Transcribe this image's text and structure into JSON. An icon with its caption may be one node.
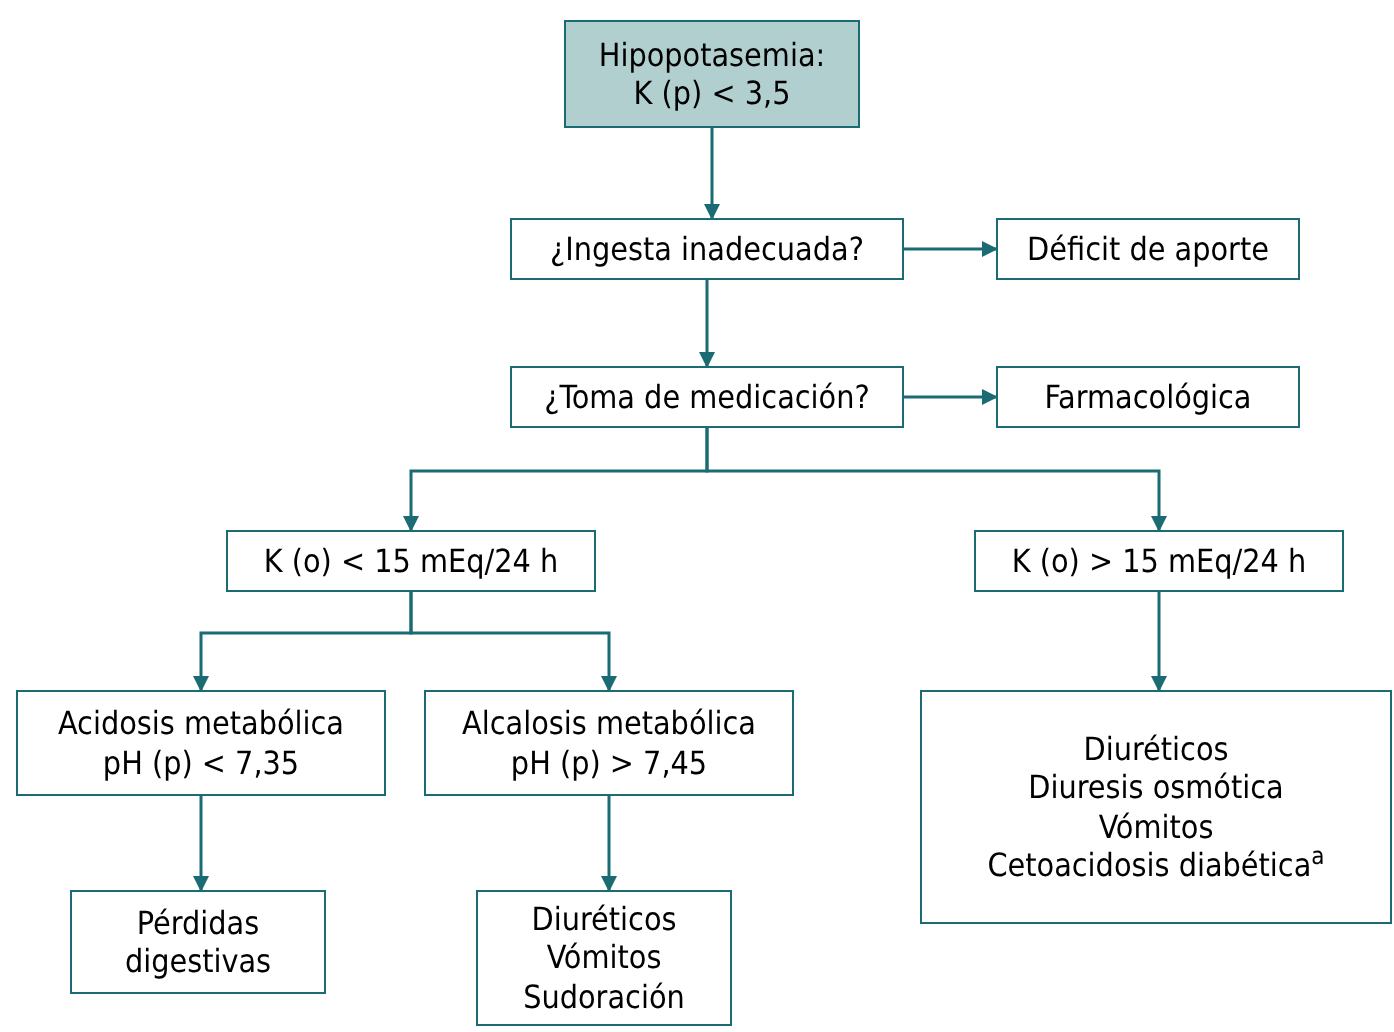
{
  "diagram": {
    "nodes": [
      {
        "text": [
          "Hipopotasemia: K (p) < 3,5"
        ]
      },
      {
        "text": [
          "¿Ingesta inadecuada?"
        ]
      },
      {
        "text": [
          "Déficit de aporte"
        ]
      },
      {
        "text": [
          "¿Toma de medicación?"
        ]
      },
      {
        "text": [
          "Farmacológica"
        ]
      },
      {
        "text": [
          "K (o) < 15 mEq/24 h"
        ]
      },
      {
        "text": [
          "K (o) > 15 mEq/24 h"
        ]
      },
      {
        "text": [
          "Acidosis metabólica",
          "pH (p) < 7,35"
        ]
      },
      {
        "text": [
          "Alcalosis metabólica",
          "pH (p) > 7,45"
        ]
      },
      {
        "text": [
          "Diuréticos",
          "Diuresis osmótica",
          "Vómitos",
          "Cetoacidosis diabética$^{a}$"
        ]
      },
      {
        "text": [
          "Pérdidas digestivas"
        ]
      },
      {
        "text": [
          "Diuréticos",
          "Vómitos",
          "Sudoración"
        ]
      }
    ],
    "edges": [
      {
        "from": 0,
        "to": 1,
        "arrow": "to"
      },
      {
        "from": 1,
        "to": 2,
        "arrow": "to"
      },
      {
        "from": 1,
        "to": 3,
        "arrow": "to"
      },
      {
        "from": 3,
        "to": 4,
        "arrow": "to"
      },
      {
        "from": 3,
        "to": 5,
        "arrow": "to"
      },
      {
        "from": 3,
        "to": 6,
        "arrow": "to"
      },
      {
        "from": 5,
        "to": 7,
        "arrow": "to"
      },
      {
        "from": 5,
        "to": 8,
        "arrow": "to"
      },
      {
        "from": 6,
        "to": 9,
        "arrow": "to"
      },
      {
        "from": 7,
        "to": 10,
        "arrow": "to"
      },
      {
        "from": 8,
        "to": 11,
        "arrow": "to"
      }
    ]
  }
}
